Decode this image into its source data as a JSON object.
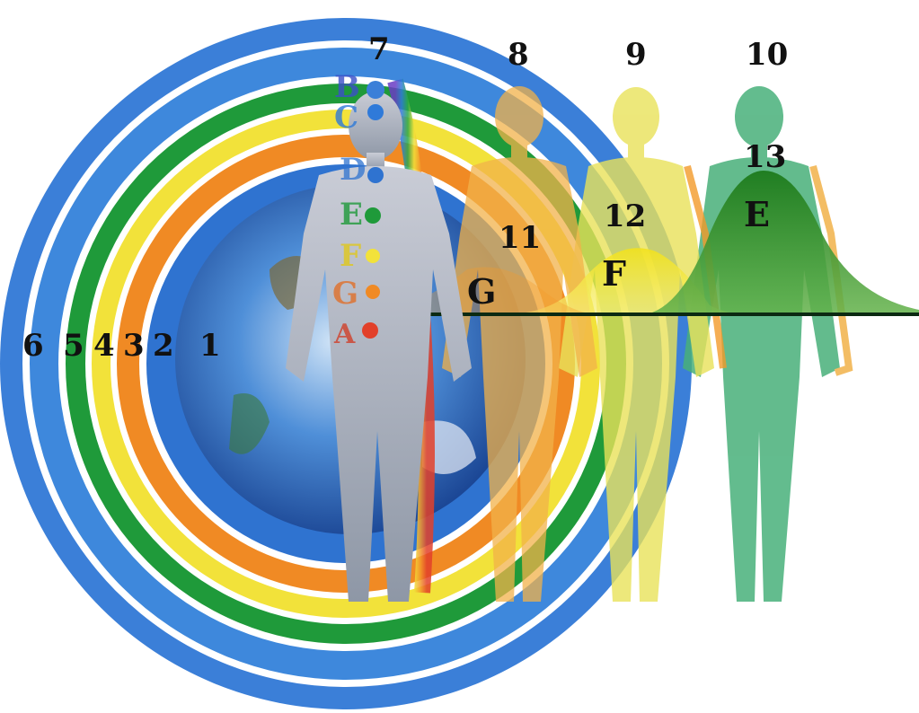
{
  "ring_labels": [
    "1",
    "2",
    "3",
    "4",
    "5",
    "6"
  ],
  "figure_labels": [
    "7",
    "8",
    "9",
    "10"
  ],
  "curve_labels": [
    "11",
    "12",
    "13"
  ],
  "curve_letters": [
    "G",
    "F",
    "E"
  ],
  "chakra_letters": [
    "B",
    "C",
    "D",
    "E",
    "F",
    "G",
    "A"
  ],
  "colors": {
    "ring_blue": "#3b7fd8",
    "ring_green": "#1f9a3a",
    "ring_yellow": "#f2e23a",
    "ring_orange": "#f08a24",
    "earth_blue": "#2a64c4",
    "figure_orange": "#f2b24a",
    "figure_yellow": "#e9e25a",
    "figure_green": "#48b07a",
    "curve_green": "#1f7a1f",
    "curve_yellow": "#e8d61c",
    "axis_line": "#0b2a12"
  }
}
